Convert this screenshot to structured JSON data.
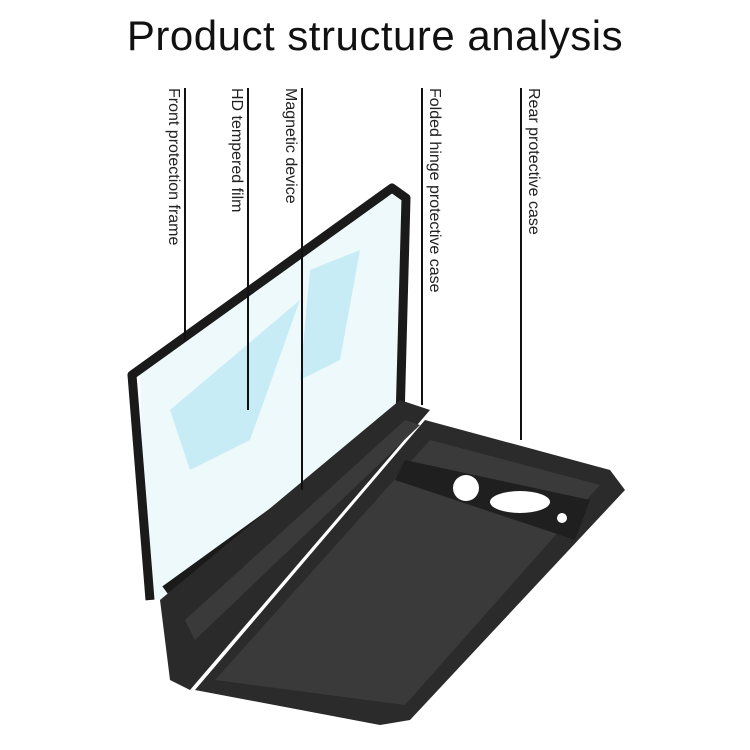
{
  "title": "Product structure analysis",
  "labels": [
    "Front protection frame",
    "HD tempered film",
    "Magnetic device",
    "Folded hinge protective case",
    "Rear protective case"
  ],
  "colors": {
    "case": "#1a1a1a",
    "screen": "#e9f7fb",
    "screen_art": "#bfe8f3"
  }
}
